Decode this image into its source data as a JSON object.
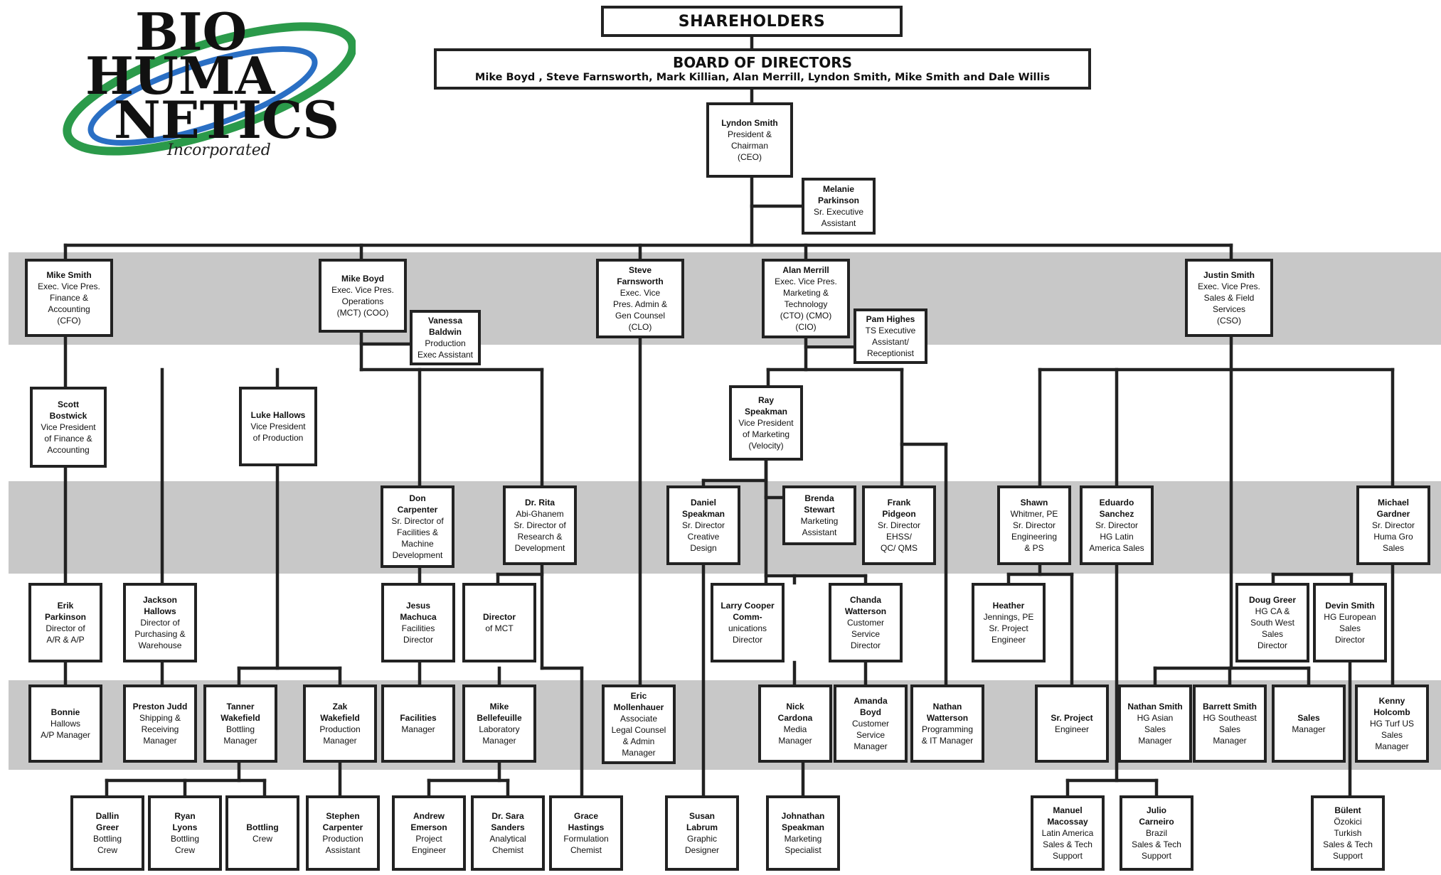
{
  "logo": {
    "line1": "BIO",
    "line2": "HUMA",
    "line3": "NETICS",
    "sub": "Incorporated"
  },
  "chart": {
    "shareholders": "SHAREHOLDERS",
    "board_title": "BOARD OF DIRECTORS",
    "board_members": "Mike Boyd , Steve Farnsworth, Mark Killian, Alan Merrill, Lyndon Smith, Mike Smith and Dale Willis"
  },
  "nodes": {
    "lyndon": [
      "Lyndon Smith",
      "President &",
      "Chairman",
      "(CEO)"
    ],
    "melanie": [
      "Melanie",
      "Parkinson",
      "Sr. Executive",
      "Assistant"
    ],
    "mikesmith": [
      "Mike Smith",
      "Exec. Vice Pres.",
      "Finance &",
      "Accounting",
      "(CFO)"
    ],
    "mikeboyd": [
      "Mike Boyd",
      "Exec. Vice Pres.",
      "Operations",
      "(MCT) (COO)"
    ],
    "vanessa": [
      "Vanessa",
      "Baldwin",
      "Production",
      "Exec Assistant"
    ],
    "steve": [
      "Steve",
      "Farnsworth",
      "Exec. Vice",
      "Pres. Admin &",
      "Gen Counsel",
      "(CLO)"
    ],
    "alan": [
      "Alan Merrill",
      "Exec. Vice Pres.",
      "Marketing &",
      "Technology",
      "(CTO) (CMO)",
      "(CIO)"
    ],
    "pam": [
      "Pam Highes",
      "TS Executive",
      "Assistant/",
      "Receptionist"
    ],
    "justin": [
      "Justin Smith",
      "Exec. Vice Pres.",
      "Sales & Field",
      "Services",
      "(CSO)"
    ],
    "scott": [
      "Scott",
      "Bostwick",
      "Vice President",
      "of Finance &",
      "Accounting"
    ],
    "luke": [
      "Luke Hallows",
      "Vice President",
      "of Production"
    ],
    "ray": [
      "Ray",
      "Speakman",
      "Vice President",
      "of Marketing",
      "(Velocity)"
    ],
    "don": [
      "Don",
      "Carpenter",
      "Sr. Director of",
      "Facilities &",
      "Machine",
      "Development"
    ],
    "rita": [
      "Dr. Rita",
      "Abi-Ghanem",
      "Sr. Director of",
      "Research &",
      "Development"
    ],
    "daniel": [
      "Daniel",
      "Speakman",
      "Sr. Director",
      "Creative",
      "Design"
    ],
    "brenda": [
      "Brenda",
      "Stewart",
      "Marketing",
      "Assistant"
    ],
    "frank": [
      "Frank",
      "Pidgeon",
      "Sr. Director",
      "EHSS/",
      "QC/ QMS"
    ],
    "shawn": [
      "Shawn",
      "Whitmer, PE",
      "Sr. Director",
      "Engineering",
      "& PS"
    ],
    "eduardo": [
      "Eduardo",
      "Sanchez",
      "Sr. Director",
      "HG Latin",
      "America Sales"
    ],
    "michael": [
      "Michael",
      "Gardner",
      "Sr. Director",
      "Huma Gro",
      "Sales"
    ],
    "erik": [
      "Erik",
      "Parkinson",
      "Director of",
      "A/R & A/P"
    ],
    "jackson": [
      "Jackson",
      "Hallows",
      "Director of",
      "Purchasing &",
      "Warehouse"
    ],
    "jesus": [
      "Jesus",
      "Machuca",
      "Facilities",
      "Director"
    ],
    "dirmct": [
      "Director",
      "of MCT"
    ],
    "larry": [
      "Larry Cooper",
      "Comm-",
      "unications",
      "Director"
    ],
    "chanda": [
      "Chanda",
      "Watterson",
      "Customer",
      "Service",
      "Director"
    ],
    "heather": [
      "Heather",
      "Jennings, PE",
      "Sr. Project",
      "Engineer"
    ],
    "doug": [
      "Doug Greer",
      "HG CA &",
      "South West",
      "Sales",
      "Director"
    ],
    "devin": [
      "Devin Smith",
      "HG European",
      "Sales",
      "Director"
    ],
    "bonnie": [
      "Bonnie",
      "Hallows",
      "A/P Manager"
    ],
    "preston": [
      "Preston Judd",
      "Shipping &",
      "Receiving",
      "Manager"
    ],
    "tanner": [
      "Tanner",
      "Wakefield",
      "Bottling",
      "Manager"
    ],
    "zak": [
      "Zak",
      "Wakefield",
      "Production",
      "Manager"
    ],
    "facmgr": [
      "Facilities",
      "Manager"
    ],
    "mike_b": [
      "Mike",
      "Bellefeuille",
      "Laboratory",
      "Manager"
    ],
    "eric": [
      "Eric",
      "Mollenhauer",
      "Associate",
      "Legal Counsel",
      "& Admin",
      "Manager"
    ],
    "nick": [
      "Nick",
      "Cardona",
      "Media",
      "Manager"
    ],
    "amanda": [
      "Amanda",
      "Boyd",
      "Customer",
      "Service",
      "Manager"
    ],
    "nathanw": [
      "Nathan",
      "Watterson",
      "Programming",
      "& IT Manager"
    ],
    "srproj": [
      "Sr. Project",
      "Engineer"
    ],
    "nathans": [
      "Nathan Smith",
      "HG Asian",
      "Sales",
      "Manager"
    ],
    "barrett": [
      "Barrett Smith",
      "HG Southeast",
      "Sales",
      "Manager"
    ],
    "salesmgr": [
      "Sales",
      "Manager"
    ],
    "kenny": [
      "Kenny",
      "Holcomb",
      "HG Turf US",
      "Sales",
      "Manager"
    ],
    "dallin": [
      "Dallin",
      "Greer",
      "Bottling",
      "Crew"
    ],
    "ryan": [
      "Ryan",
      "Lyons",
      "Bottling",
      "Crew"
    ],
    "bcrew": [
      "Bottling",
      "Crew"
    ],
    "stephen": [
      "Stephen",
      "Carpenter",
      "Production",
      "Assistant"
    ],
    "andrew": [
      "Andrew",
      "Emerson",
      "Project",
      "Engineer"
    ],
    "sara": [
      "Dr. Sara",
      "Sanders",
      "Analytical",
      "Chemist"
    ],
    "grace": [
      "Grace",
      "Hastings",
      "Formulation",
      "Chemist"
    ],
    "susan": [
      "Susan",
      "Labrum",
      "Graphic",
      "Designer"
    ],
    "johnathan": [
      "Johnathan",
      "Speakman",
      "Marketing",
      "Specialist"
    ],
    "manuel": [
      "Manuel",
      "Macossay",
      "Latin America",
      "Sales & Tech",
      "Support"
    ],
    "julio": [
      "Julio",
      "Carneiro",
      "Brazil",
      "Sales & Tech",
      "Support"
    ],
    "bulent": [
      "Bülent",
      "Özokici",
      "Turkish",
      "Sales & Tech",
      "Support"
    ]
  }
}
